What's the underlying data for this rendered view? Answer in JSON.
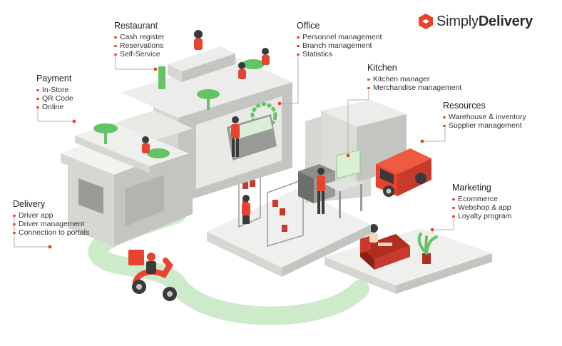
{
  "brand": {
    "name_light": "Simply",
    "name_bold": "Delivery",
    "accent": "#e8432e"
  },
  "callouts": {
    "restaurant": {
      "title": "Restaurant",
      "items": [
        "Cash register",
        "Reservations",
        "Self-Service"
      ]
    },
    "office": {
      "title": "Office",
      "items": [
        "Personnel management",
        "Branch management",
        "Statistics"
      ]
    },
    "payment": {
      "title": "Payment",
      "items": [
        "In-Store",
        "QR Code",
        "Online"
      ]
    },
    "kitchen": {
      "title": "Kitchen",
      "items": [
        "Kitchen manager",
        "Merchandise management"
      ]
    },
    "resources": {
      "title": "Resources",
      "items": [
        "Warehouse & inventory",
        "Supplier management"
      ]
    },
    "marketing": {
      "title": "Marketing",
      "items": [
        "Ecommerce",
        "Webshop & app",
        "Loyalty program"
      ]
    },
    "delivery": {
      "title": "Delivery",
      "items": [
        "Driver app",
        "Driver management",
        "Connection to portals"
      ]
    }
  },
  "colors": {
    "building_top": "#ececea",
    "building_left": "#d6d6d3",
    "building_right": "#c4c4c0",
    "route": "#c8e8c4",
    "furniture_green": "#63c466",
    "vehicle_red": "#e8432e",
    "dark": "#3a3a3a"
  }
}
